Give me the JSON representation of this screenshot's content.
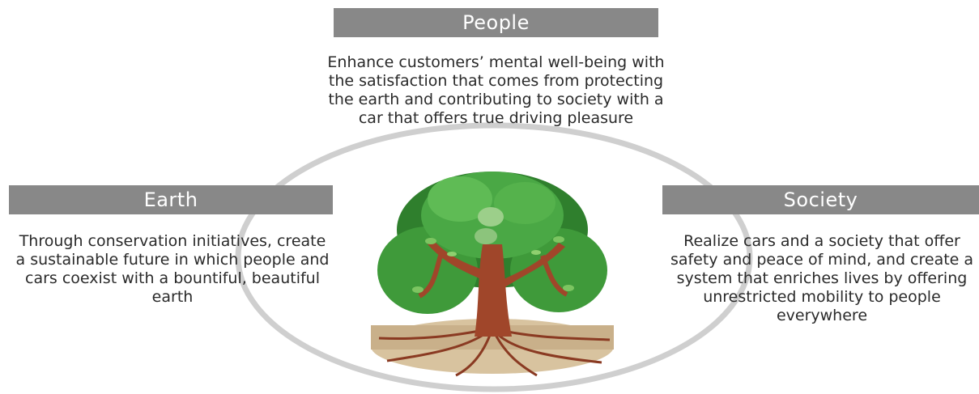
{
  "sections": {
    "people": {
      "title": "People",
      "text": "Enhance customers’ mental well-being with the satisfaction that comes from protecting the earth and contributing to society with a car that offers true driving pleasure"
    },
    "earth": {
      "title": "Earth",
      "text": "Through conservation initiatives, create a sustainable future in which people and cars coexist with a bountiful, beautiful earth"
    },
    "society": {
      "title": "Society",
      "text": "Realize cars and a society that offer safety and peace of mind, and create a system that enriches lives by offering unrestricted mobility to people everywhere"
    }
  },
  "colors": {
    "header_bar": "#888888",
    "ellipse": "#cfcfcf",
    "foliage": "#3f9a3a",
    "trunk": "#a0462a",
    "soil": "#c9b08a"
  },
  "icons": {
    "center": "tree-illustration"
  }
}
